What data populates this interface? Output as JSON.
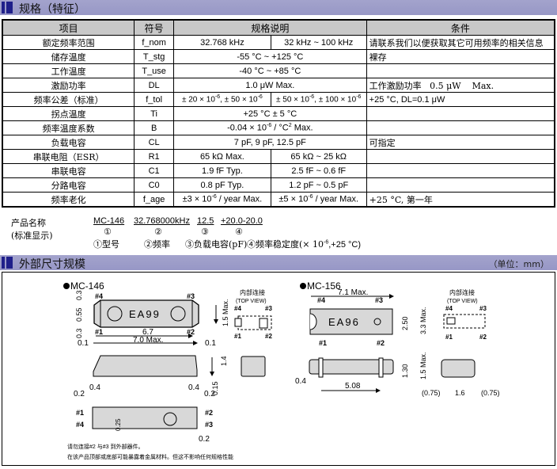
{
  "section1": {
    "title": "规格（特征）"
  },
  "spec_table": {
    "headers": [
      "项目",
      "符号",
      "规格说明",
      "条件"
    ],
    "rows": [
      {
        "item": "额定频率范围",
        "symbol": "f_nom",
        "spec_a": "32.768 kHz",
        "spec_b": "32 kHz ~ 100 kHz",
        "condition": "请联系我们以便获取其它可用频率的相关信息"
      },
      {
        "item": "储存温度",
        "symbol": "T_stg",
        "spec": "-55 °C ~ +125 °C",
        "condition": "裸存"
      },
      {
        "item": "工作温度",
        "symbol": "T_use",
        "spec": "-40 °C ~ +85 °C",
        "condition": ""
      },
      {
        "item": "激励功率",
        "symbol": "DL",
        "spec": "1.0 μW Max.",
        "condition": "工作激励功率   0.5 μW    Max."
      },
      {
        "item": "频率公差（标准）",
        "symbol": "f_tol",
        "spec_a_pre": "± 20 × 10",
        "spec_a_exp1": "-6",
        "spec_a_mid": ", ± 50 × 10",
        "spec_a_exp2": "-6",
        "spec_b_pre": "± 50 × 10",
        "spec_b_exp1": "-6",
        "spec_b_mid": ", ± 100 × 10",
        "spec_b_exp2": "-6",
        "condition": "+25 °C, DL=0.1 μW"
      },
      {
        "item": "拐点温度",
        "symbol": "Ti",
        "spec": "+25 °C ± 5 °C",
        "condition": ""
      },
      {
        "item": "频率温度系数",
        "symbol": "B",
        "spec_pre": "-0.04 × 10",
        "spec_exp": "-6",
        "spec_mid": " / °C",
        "spec_exp2": "2",
        "spec_post": " Max.",
        "condition": ""
      },
      {
        "item": "负载电容",
        "symbol": "CL",
        "spec": "7 pF, 9 pF, 12.5 pF",
        "condition": "可指定"
      },
      {
        "item": "串联电阻（ESR）",
        "symbol": "R1",
        "spec_a": "65 kΩ Max.",
        "spec_b": "65 kΩ ~ 25 kΩ",
        "condition": ""
      },
      {
        "item": "串联电容",
        "symbol": "C1",
        "spec_a": "1.9 fF Typ.",
        "spec_b": "2.5 fF ~ 0.6 fF",
        "condition": ""
      },
      {
        "item": "分路电容",
        "symbol": "C0",
        "spec_a": "0.8 pF Typ.",
        "spec_b": "1.2 pF ~ 0.5 pF",
        "condition": ""
      },
      {
        "item": "频率老化",
        "symbol": "f_age",
        "spec_a_pre": "±3 × 10",
        "spec_a_exp": "-6",
        "spec_a_post": " / year Max.",
        "spec_b_pre": "±5 × 10",
        "spec_b_exp": "-6",
        "spec_b_post": " / year Max.",
        "condition": "+25 °C, 第一年"
      }
    ]
  },
  "part_number": {
    "label1": "产品名称",
    "label2": "(标准显示)",
    "parts": [
      "MC-146",
      "32.768000kHz",
      "12.5",
      "+20.0-20.0"
    ],
    "markers": [
      "①",
      "②",
      "③",
      "④"
    ],
    "legend": {
      "m1": "①型号",
      "m2": "②频率",
      "m3": "③负载电容(pF)",
      "m4_pre": "④频率稳定度(× 10",
      "m4_exp": "-6",
      "m4_post": ",+25 °C)"
    }
  },
  "section2": {
    "title": "外部尺寸规模",
    "unit": "（单位：mm）"
  },
  "mc146": {
    "name": "MC-146",
    "marking": "EA99",
    "pins": [
      "#1",
      "#2",
      "#3",
      "#4"
    ],
    "dims": {
      "d03": "0.3",
      "d055": "0.55",
      "d67": "6.7",
      "d70": "7.0  Max.",
      "d01": "0.1",
      "d15": "1.5 Max.",
      "d14": "1.4",
      "d015": "0.15",
      "d04": "0.4",
      "d02": "0.2",
      "d025": "0.25"
    },
    "internal_title": "内部连接",
    "internal_sub": "(TOP VIEW)",
    "note1": "请勿连接#2 与#3 到外部器件。",
    "note2": "在该产品顶部或底部可能暴露着金属材料。但这不影响任何规格性能"
  },
  "mc156": {
    "name": "MC-156",
    "marking": "EA96",
    "pins": [
      "#1",
      "#2",
      "#3",
      "#4"
    ],
    "dims": {
      "d71": "7.1   Max.",
      "d250": "2.50",
      "d33": "3.3 Max.",
      "d130": "1.30",
      "d15": "1.5 Max.",
      "d04": "0.4",
      "d508": "5.08",
      "d075a": "(0.75)",
      "d16": "1.6",
      "d075b": "(0.75)"
    },
    "internal_title": "内部连接",
    "internal_sub": "(TOP VIEW)"
  }
}
